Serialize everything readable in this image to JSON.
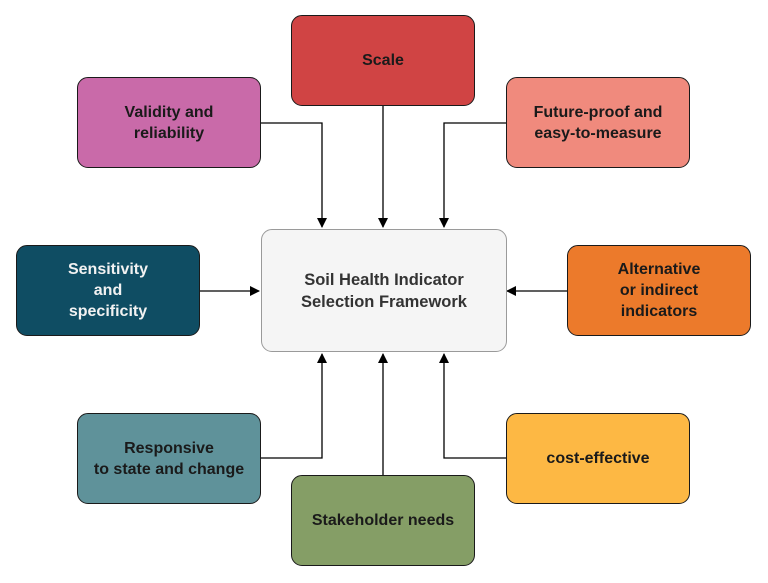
{
  "framework": {
    "center": {
      "label": "Soil Health Indicator\nSelection Framework",
      "fill": "#f5f5f5",
      "text_color": "#333333"
    },
    "criteria": [
      {
        "id": "scale",
        "label": "Scale",
        "fill": "#d04444",
        "text_color": "#1a1a1a"
      },
      {
        "id": "validity",
        "label": "Validity and\nreliability",
        "fill": "#c96aa9",
        "text_color": "#1a1a1a"
      },
      {
        "id": "future-proof",
        "label": "Future-proof and\neasy-to-measure",
        "fill": "#f08a7d",
        "text_color": "#1a1a1a"
      },
      {
        "id": "sensitivity",
        "label": "Sensitivity\nand\nspecificity",
        "fill": "#0f4d63",
        "text_color": "#f2f2f2"
      },
      {
        "id": "alternative",
        "label": "Alternative\nor indirect\nindicators",
        "fill": "#ec7a2b",
        "text_color": "#1a1a1a"
      },
      {
        "id": "responsive",
        "label": "Responsive\nto state and change",
        "fill": "#5f929a",
        "text_color": "#1a1a1a"
      },
      {
        "id": "cost",
        "label": "cost-effective",
        "fill": "#fdb844",
        "text_color": "#1a1a1a"
      },
      {
        "id": "stakeholder",
        "label": "Stakeholder needs",
        "fill": "#859e66",
        "text_color": "#1a1a1a"
      }
    ]
  }
}
